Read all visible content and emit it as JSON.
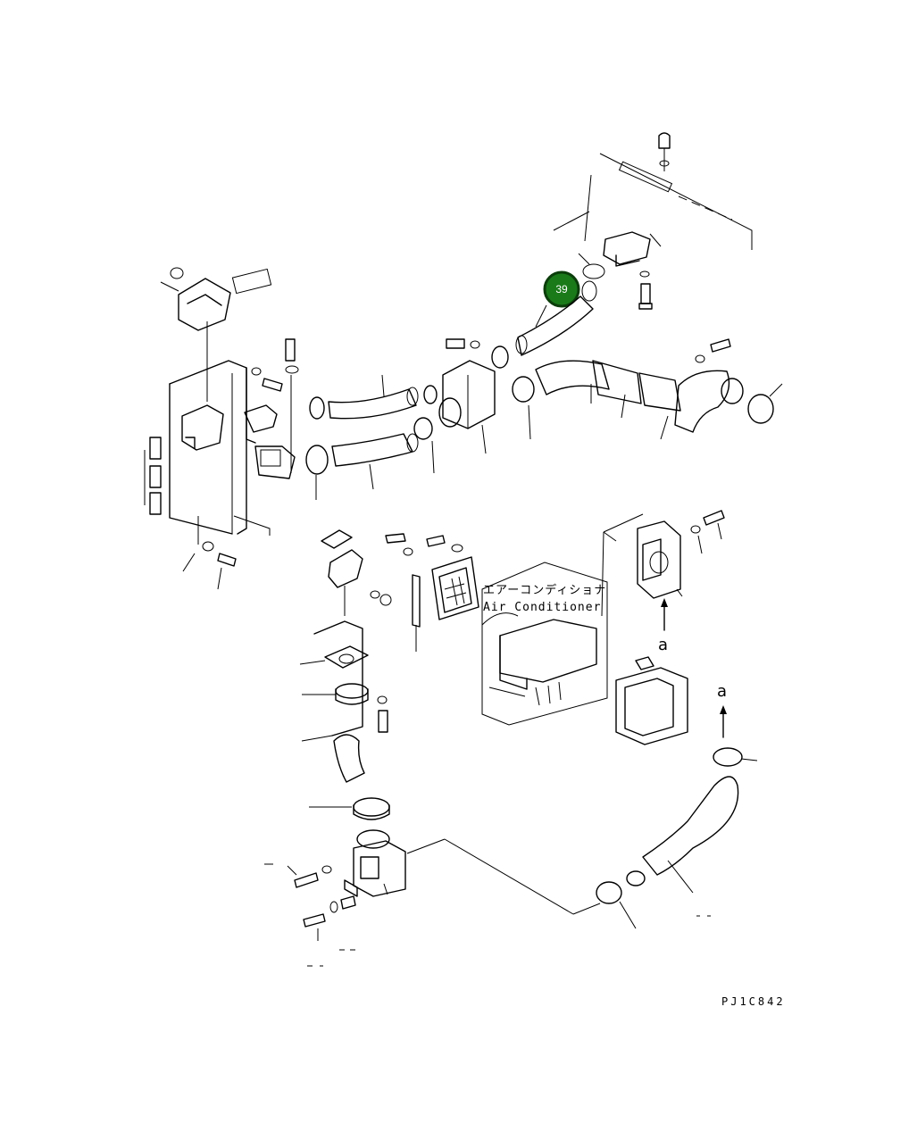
{
  "diagram": {
    "label_jp": "エアーコンディショナ",
    "label_en": "Air Conditioner",
    "arrow_label_1": "a",
    "arrow_label_2": "a",
    "drawing_code": "PJ1C842",
    "callout": {
      "number": "39",
      "color": "#1a7a1a"
    }
  }
}
